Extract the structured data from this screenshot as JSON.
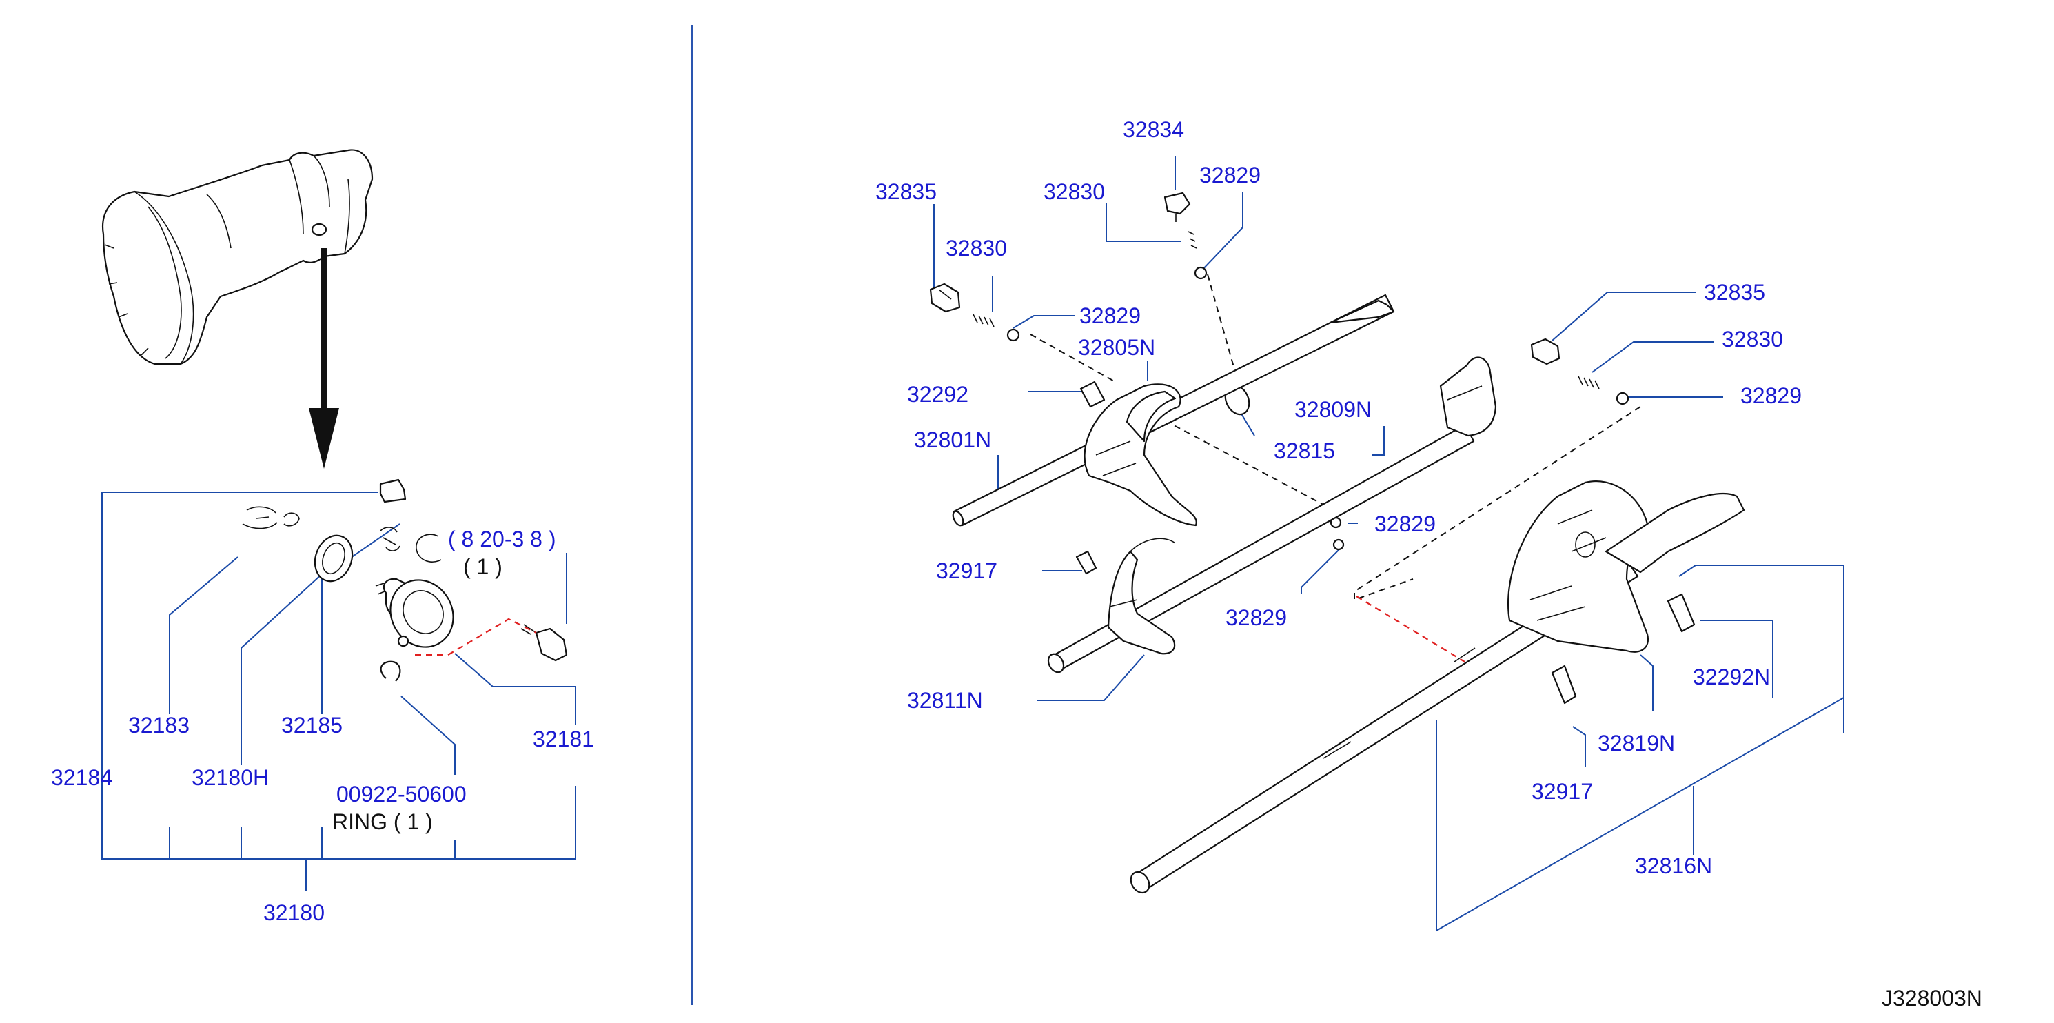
{
  "diagram_code": "J328003N",
  "left_panel": {
    "assembly": "32180",
    "parts": {
      "p32184": "32184",
      "p32183": "32183",
      "p32180H": "32180H",
      "p32185": "32185",
      "p32181": "32181",
      "screw_callout": "( 8  20-3  8 )",
      "screw_qty": "( 1 )",
      "ring_part": "00922-50600",
      "ring_text": "RING  ( 1 )"
    }
  },
  "right_panel": {
    "labels": {
      "a32834": "32834",
      "a32835_top": "32835",
      "a32830_top": "32830",
      "a32829_top": "32829",
      "a32830_mid": "32830",
      "a32829_mid": "32829",
      "a32805N": "32805N",
      "a32292": "32292",
      "a32801N": "32801N",
      "a32809N": "32809N",
      "a32815": "32815",
      "a32835_right": "32835",
      "a32830_right": "32830",
      "a32829_right": "32829",
      "a32829_center": "32829",
      "a32829_lower": "32829",
      "a32917_left": "32917",
      "a32811N": "32811N",
      "a32292N": "32292N",
      "a32819N": "32819N",
      "a32917_right": "32917",
      "a32816N": "32816N"
    }
  }
}
